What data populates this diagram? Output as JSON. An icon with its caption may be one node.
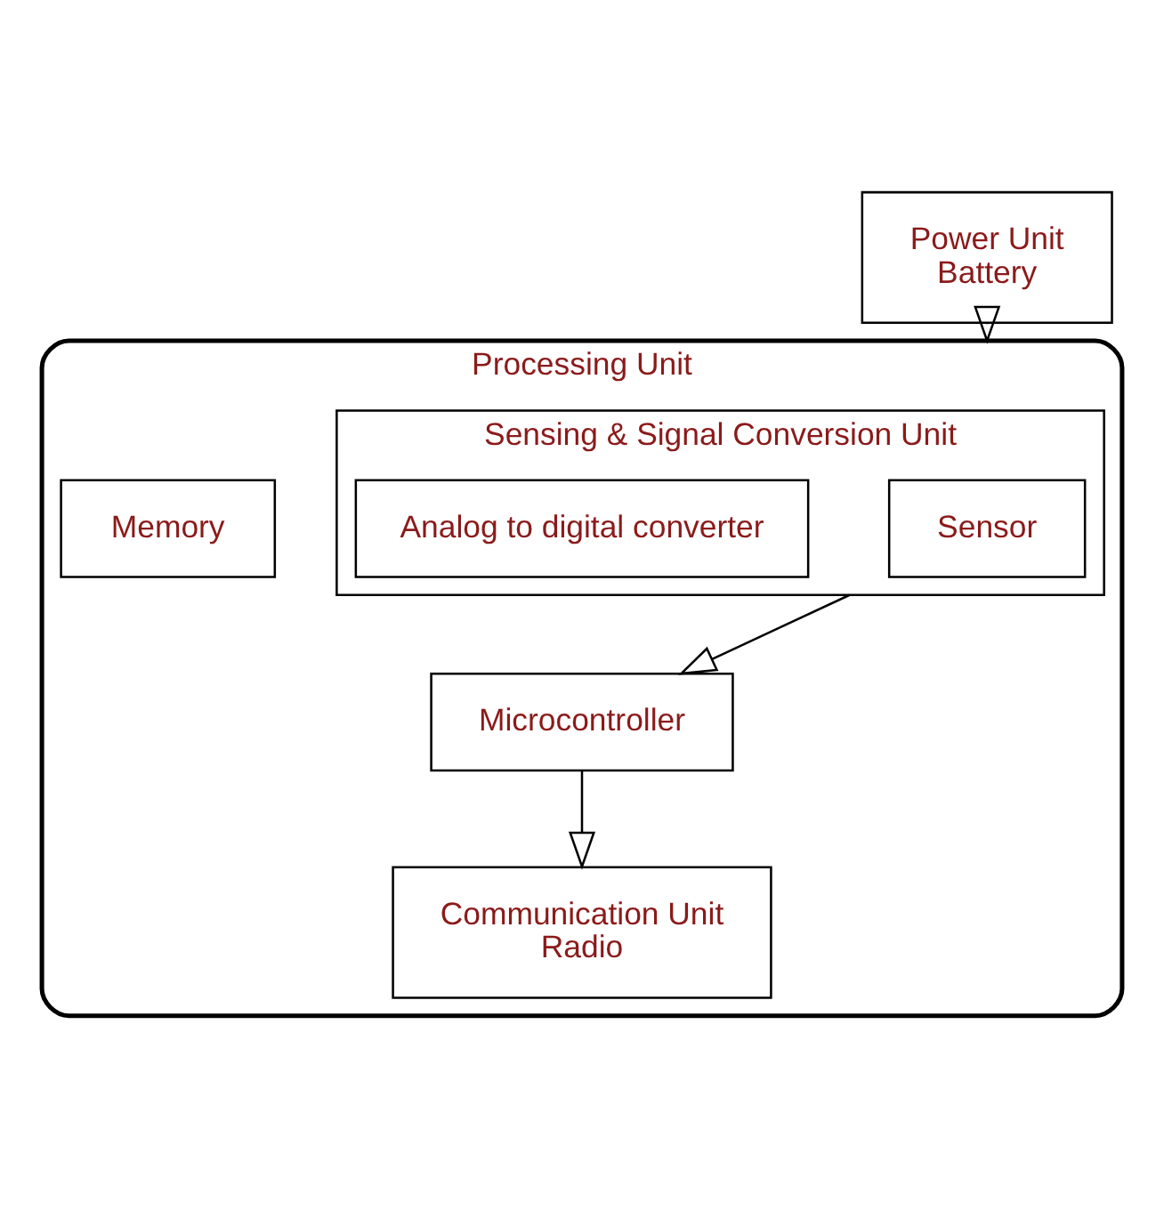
{
  "diagram": {
    "nodes": [
      {
        "text": [
          "Power Unit",
          "Battery"
        ]
      },
      {
        "text": [
          "Processing Unit"
        ]
      },
      {
        "text": [
          "Sensing & Signal Conversion Unit"
        ],
        "in": 1
      },
      {
        "text": [
          "Sensor"
        ],
        "in": 2
      },
      {
        "text": [
          "Analog to digital converter"
        ],
        "in": 2
      },
      {
        "text": [
          "Memory"
        ],
        "in": 1
      },
      {
        "text": [
          "Microcontroller"
        ],
        "in": 1
      },
      {
        "text": [
          "Communication Unit",
          "Radio"
        ],
        "in": 1
      }
    ],
    "edges": [
      {
        "from": 0,
        "to": 1,
        "arrow": "to"
      },
      {
        "from": 2,
        "to": 6,
        "arrow": "to"
      },
      {
        "from": 6,
        "to": 7,
        "arrow": "to"
      }
    ]
  }
}
